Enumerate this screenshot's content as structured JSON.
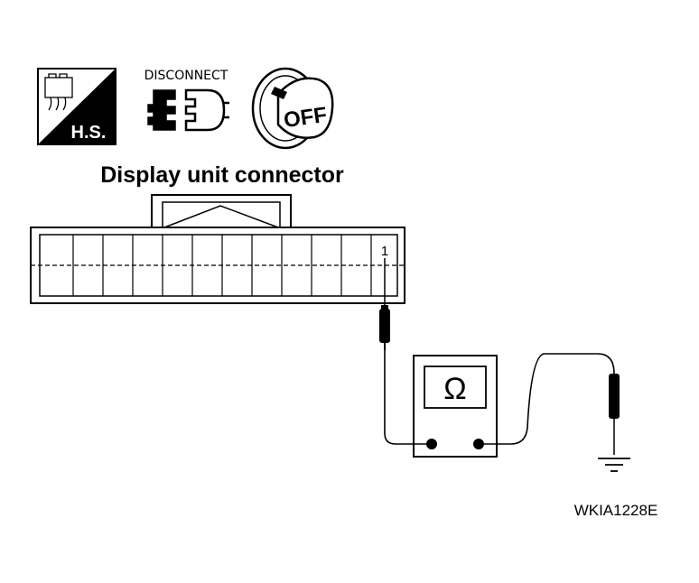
{
  "icons": {
    "hs_label": "H.S.",
    "disconnect_label": "DISCONNECT",
    "off_label": "OFF"
  },
  "connector": {
    "title": "Display unit connector",
    "terminal_number": "1"
  },
  "meter": {
    "symbol": "Ω"
  },
  "figure_code": "WKIA1228E",
  "colors": {
    "ink": "#000000",
    "paper": "#ffffff"
  }
}
